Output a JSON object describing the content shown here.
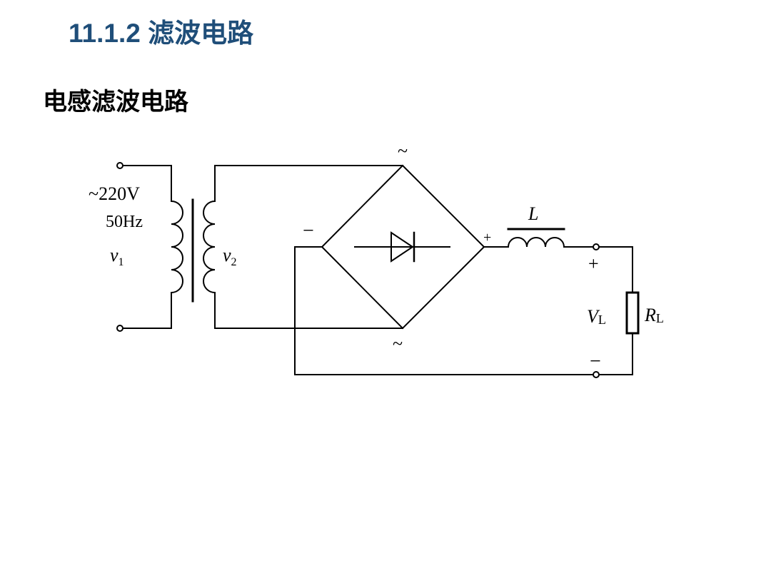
{
  "colors": {
    "title": "#1f4e79",
    "text": "#000000",
    "line": "#000000",
    "background": "#ffffff"
  },
  "header": {
    "title": "11.1.2  滤波电路"
  },
  "content": {
    "subtitle": "电感滤波电路"
  },
  "circuit": {
    "source": {
      "voltage_label": "~220V",
      "frequency_label": "50Hz",
      "primary_symbol": "v",
      "primary_sub": "1",
      "secondary_symbol": "v",
      "secondary_sub": "2"
    },
    "bridge": {
      "ac_top": "~",
      "ac_bottom": "~",
      "minus": "−",
      "plus": "+"
    },
    "inductor_label": "L",
    "output": {
      "plus": "+",
      "minus": "−",
      "voltage_symbol": "V",
      "voltage_sub": "L",
      "resistor_symbol": "R",
      "resistor_sub": "L"
    }
  }
}
